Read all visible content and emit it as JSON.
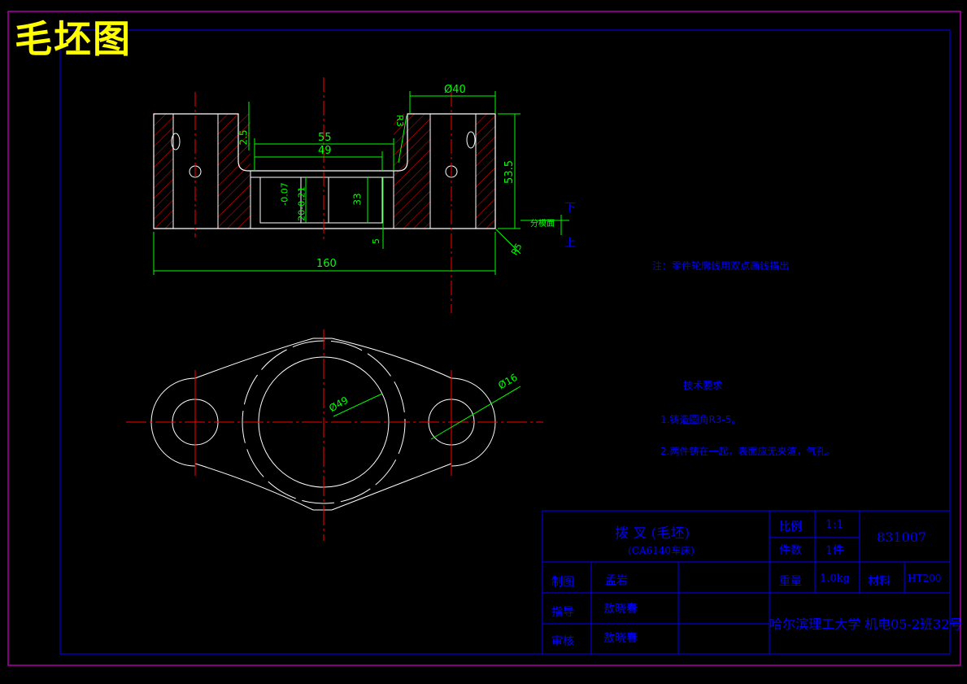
{
  "page_title": "毛坯图",
  "dimensions": {
    "d40": "Ø40",
    "r3": "R3",
    "d55": "55",
    "d49": "49",
    "d2_5": "2.5",
    "d53_5": "53.5",
    "d_tol1": "-0.07",
    "d_tol2": "20-0.21",
    "d33": "33",
    "d5": "5",
    "d160": "160",
    "r5": "R5",
    "parting_plane": "分模面",
    "down": "下",
    "up": "上",
    "phi49": "Ø49",
    "phi16": "Ø16"
  },
  "notes": {
    "outline_note": "注：零件轮廓线用双点画线描出",
    "tech_title": "技术要求",
    "tech_1": "1.铸造圆角R3-5。",
    "tech_2": "2.两件铸在一起，表面应无夹渣，气孔。"
  },
  "title_block": {
    "part_name": "拨  叉 (毛坯)",
    "machine": "(CA6140车床)",
    "scale_label": "比例",
    "scale_value": "1:1",
    "drawing_no": "831007",
    "qty_label": "件数",
    "qty_value": "1件",
    "drawn_label": "制图",
    "drawn_name": "孟岩",
    "weight_label": "重量",
    "weight_value": "1.0kg",
    "material_label": "材料",
    "material_value": "HT200",
    "guide_label": "指导",
    "guide_name": "敖晓春",
    "review_label": "审核",
    "review_name": "敖晓春",
    "school": "哈尔滨理工大学 机电05-2班32号"
  },
  "colors": {
    "border": "#ff00ff",
    "frame": "#0000ff",
    "outline": "#ffffff",
    "hatch": "#ff0000",
    "center": "#ff0000",
    "dimension": "#00ff00",
    "note": "#0000ff",
    "title": "#ffff00"
  }
}
